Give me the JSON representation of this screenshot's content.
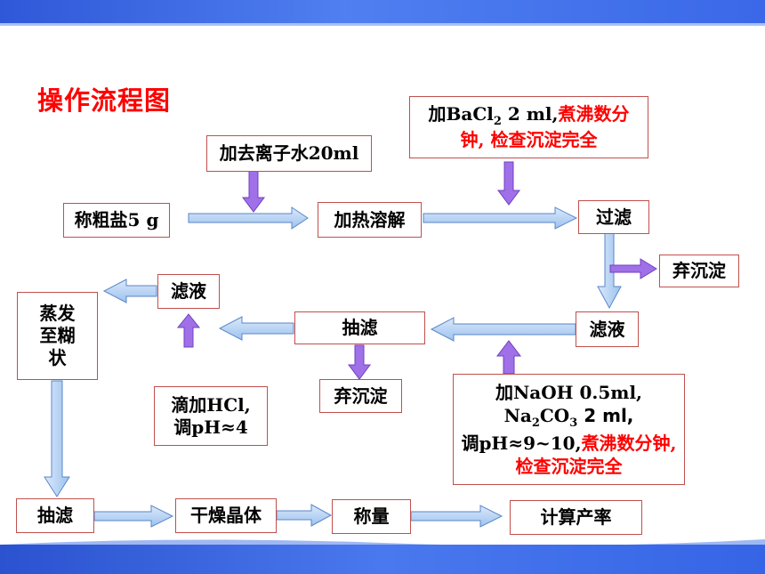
{
  "title": "操作流程图",
  "boxes": {
    "weigh_salt": "称粗盐5 g",
    "add_water": "加去离子水20ml",
    "heat_dissolve": "加热溶解",
    "bacl2_line1_a": "加BaCl",
    "bacl2_sub": "2",
    "bacl2_line1_b": " 2 ml,",
    "bacl2_line1_red": "煮沸数分",
    "bacl2_line2_red": "钟, 检查沉淀完全",
    "filter1": "过滤",
    "discard1": "弃沉淀",
    "filtrate1": "滤液",
    "suction1": "抽滤",
    "discard2": "弃沉淀",
    "filtrate2": "滤液",
    "evaporate_l1": "蒸发",
    "evaporate_l2": "至糊",
    "evaporate_l3": "状",
    "hcl_l1": "滴加HCl,",
    "hcl_l2": "调pH≈4",
    "naoh_l1": "加NaOH  0.5ml,",
    "naoh_l2a": "Na",
    "naoh_l2sub": "2",
    "naoh_l2b": "CO",
    "naoh_l2sub2": "3",
    "naoh_l2c": " 2 ml,",
    "naoh_l3a": "调pH≈9~10,",
    "naoh_l3red": "煮沸数分钟,",
    "naoh_l4red": "检查沉淀完全",
    "suction2": "抽滤",
    "dry": "干燥晶体",
    "weigh": "称量",
    "yield": "计算产率"
  }
}
